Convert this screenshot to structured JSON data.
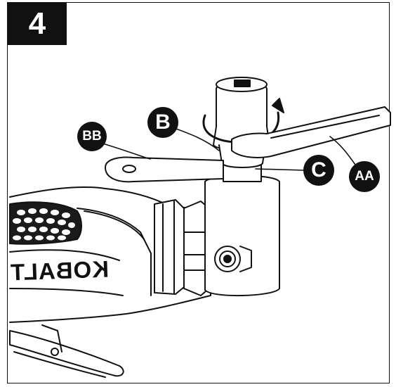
{
  "step": {
    "number": "4"
  },
  "callouts": {
    "b": "B",
    "c": "C",
    "bb": "BB",
    "aa": "AA"
  },
  "brand": {
    "text": "KOBALT"
  }
}
